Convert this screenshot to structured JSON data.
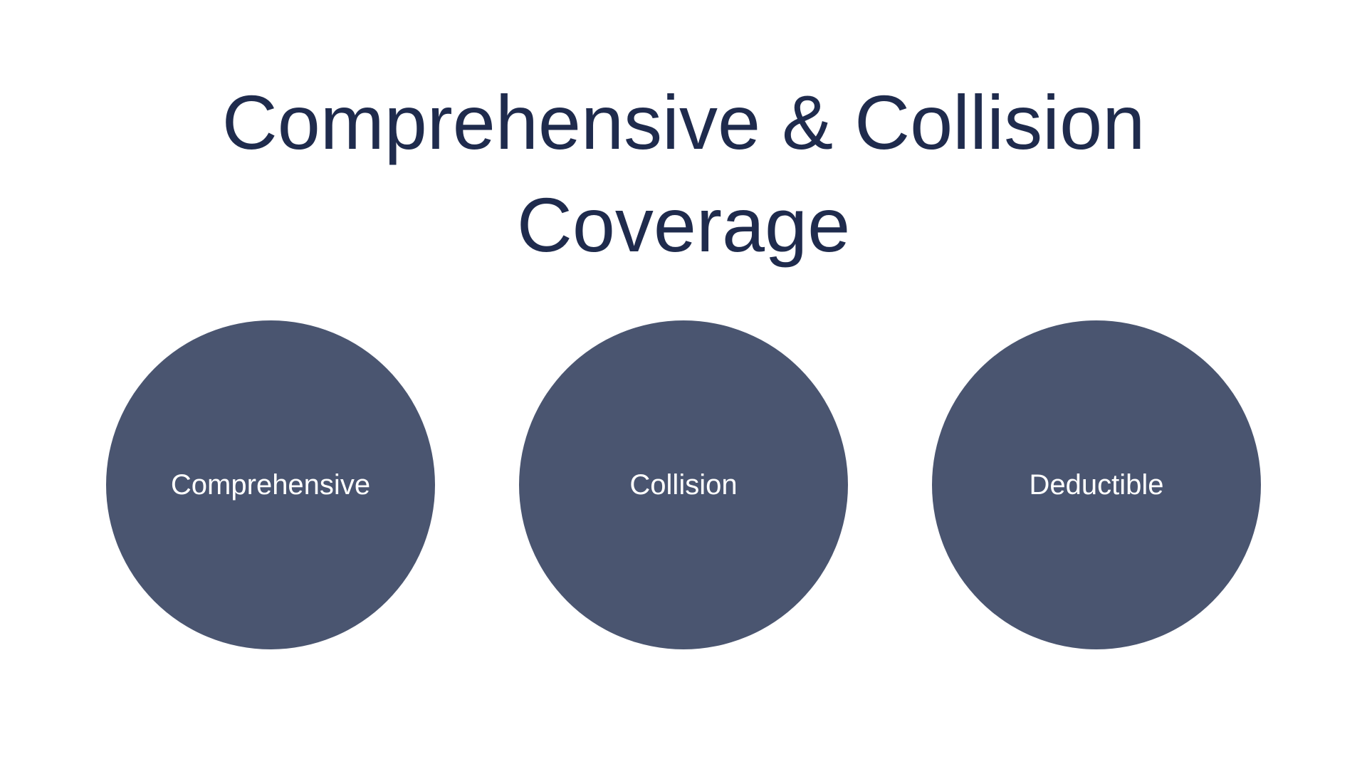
{
  "slide": {
    "title_line1": "Comprehensive & Collision",
    "title_line2": "Coverage",
    "circles": [
      {
        "label": "Comprehensive"
      },
      {
        "label": "Collision"
      },
      {
        "label": "Deductible"
      }
    ]
  },
  "colors": {
    "title_text": "#1f2b4d",
    "circle_fill": "#4a5570",
    "circle_text": "#ffffff",
    "background": "#ffffff"
  }
}
